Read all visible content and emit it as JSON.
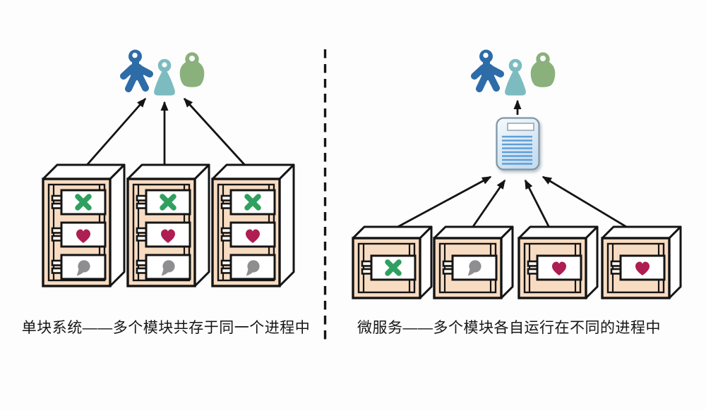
{
  "diagram_title": "monolith-vs-microservices",
  "left_panel": {
    "caption": "单块系统——多个模块共存于同一个进程中",
    "users": [
      {
        "name": "user-figure-blue",
        "color": "#2e6ca8"
      },
      {
        "name": "user-figure-teal",
        "color": "#7cbcc0"
      },
      {
        "name": "user-figure-green",
        "color": "#8ab17c"
      }
    ],
    "boxes": [
      {
        "label": "monolith-process-1",
        "modules": [
          "green-cross",
          "heart",
          "gray-blob"
        ]
      },
      {
        "label": "monolith-process-2",
        "modules": [
          "green-cross",
          "heart",
          "gray-blob"
        ]
      },
      {
        "label": "monolith-process-3",
        "modules": [
          "green-cross",
          "heart",
          "gray-blob"
        ]
      }
    ]
  },
  "right_panel": {
    "caption": "微服务——多个模块各自运行在不同的进程中",
    "users": [
      {
        "name": "user-figure-blue",
        "color": "#2e6ca8"
      },
      {
        "name": "user-figure-teal",
        "color": "#7cbcc0"
      },
      {
        "name": "user-figure-green",
        "color": "#8ab17c"
      }
    ],
    "gateway": {
      "name": "service-document",
      "fill": "#d8e8f6",
      "line_color": "#5e9fd8"
    },
    "boxes": [
      {
        "label": "microservice-process-1",
        "modules": [
          "green-cross"
        ]
      },
      {
        "label": "microservice-process-2",
        "modules": [
          "gray-blob"
        ]
      },
      {
        "label": "microservice-process-3",
        "modules": [
          "heart"
        ]
      },
      {
        "label": "microservice-process-4",
        "modules": [
          "heart"
        ]
      }
    ]
  },
  "colors": {
    "background": "#fdfdfd",
    "outline": "#141414",
    "box_fill": "#f8dcc2",
    "card_fill": "#ffffff",
    "icon_green_cross": "#2fa05f",
    "icon_heart": "#ae1e52",
    "icon_gray_blob": "#8e8e90",
    "user_blue": "#2e6ca8",
    "user_teal": "#7cbcc0",
    "user_green": "#8ab17c",
    "divider": "#141414",
    "arrow": "#141414"
  }
}
